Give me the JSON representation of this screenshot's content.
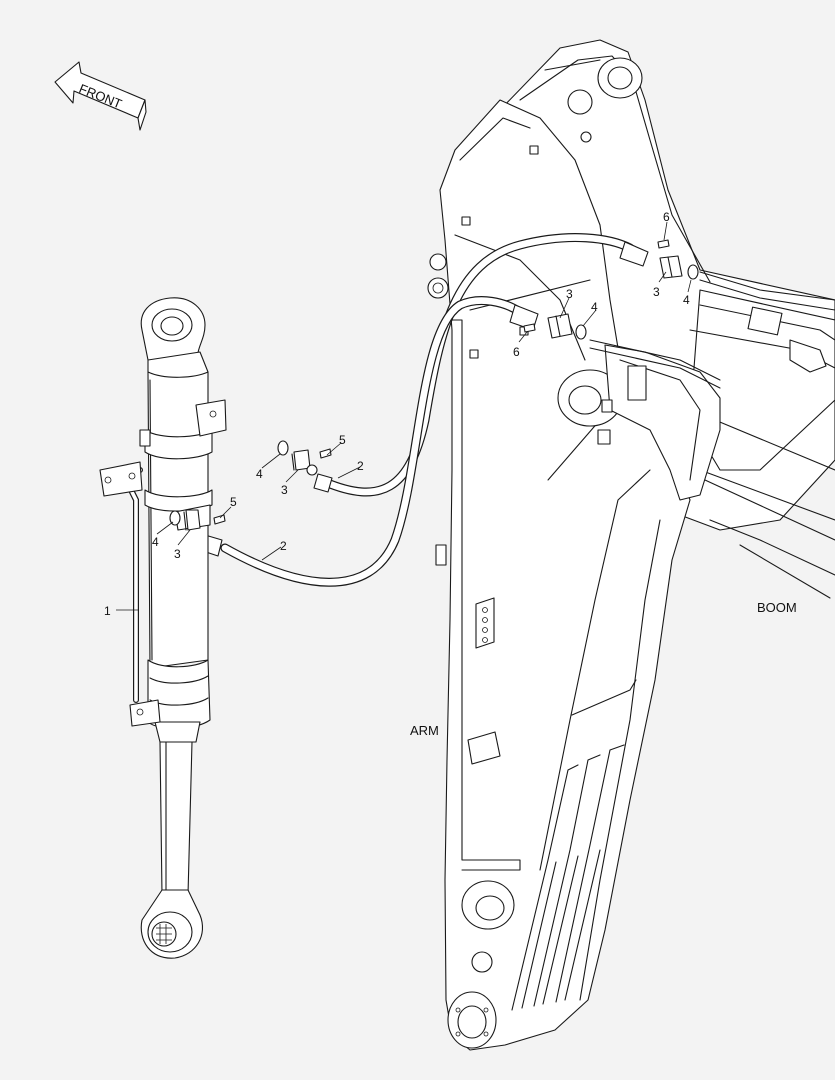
{
  "labels": {
    "front": "FRONT",
    "boom": "BOOM",
    "arm": "ARM"
  },
  "callouts": [
    {
      "id": "c1",
      "num": "1"
    },
    {
      "id": "c2a",
      "num": "2"
    },
    {
      "id": "c2b",
      "num": "2"
    },
    {
      "id": "c3a",
      "num": "3"
    },
    {
      "id": "c3b",
      "num": "3"
    },
    {
      "id": "c3c",
      "num": "3"
    },
    {
      "id": "c3d",
      "num": "3"
    },
    {
      "id": "c4a",
      "num": "4"
    },
    {
      "id": "c4b",
      "num": "4"
    },
    {
      "id": "c4c",
      "num": "4"
    },
    {
      "id": "c4d",
      "num": "4"
    },
    {
      "id": "c5a",
      "num": "5"
    },
    {
      "id": "c5b",
      "num": "5"
    },
    {
      "id": "c6a",
      "num": "6"
    },
    {
      "id": "c6b",
      "num": "6"
    }
  ]
}
